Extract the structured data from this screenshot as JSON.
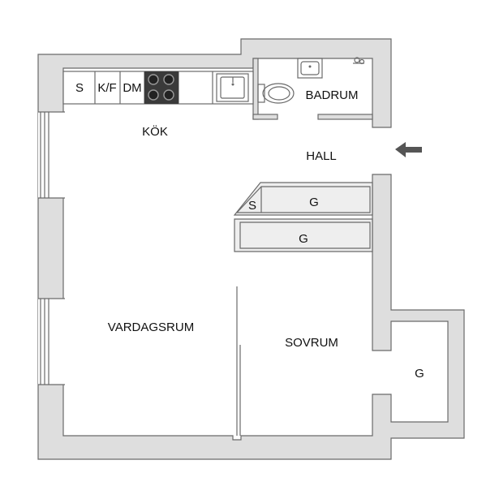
{
  "rooms": {
    "kitchen": "KÖK",
    "bathroom": "BADRUM",
    "hall": "HALL",
    "living": "VARDAGSRUM",
    "bedroom": "SOVRUM"
  },
  "fixtures": {
    "fridge_s": "S",
    "fridge_freezer": "K/F",
    "dishwasher": "DM",
    "wardrobe_s": "S",
    "wardrobe_g1": "G",
    "wardrobe_g2": "G",
    "wardrobe_g3": "G"
  },
  "entrance_arrow": "arrow-left-icon",
  "colors": {
    "wall": "#dedede",
    "outline": "#6a6a6a",
    "stove": "#3a3a3a"
  }
}
